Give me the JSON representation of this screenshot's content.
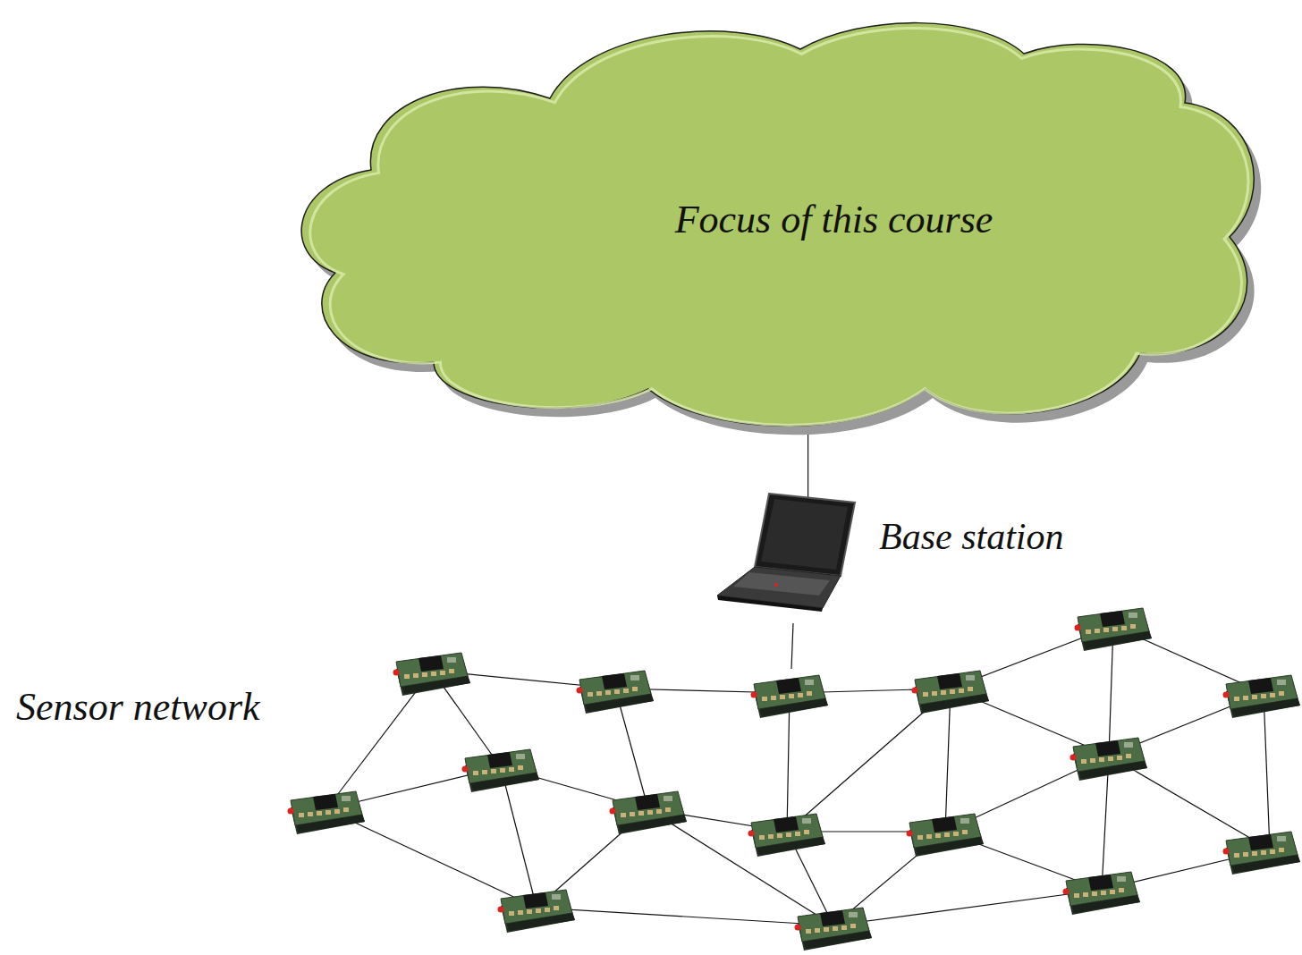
{
  "diagram": {
    "nodes": [
      {
        "text": [
          "Focus of this course"
        ]
      },
      {
        "text": [
          "Base station"
        ]
      }
    ],
    "edges": [
      {
        "from": 0,
        "to": 1,
        "arrow": "none"
      }
    ],
    "labels": [
      "Sensor network"
    ]
  }
}
